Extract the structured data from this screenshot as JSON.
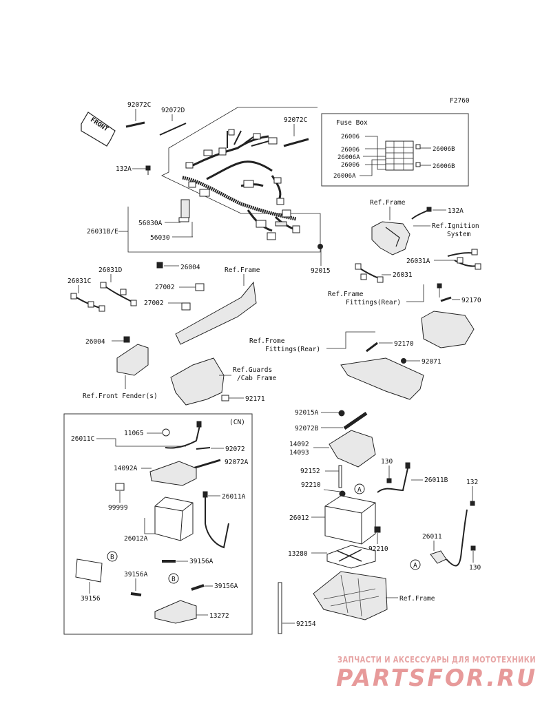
{
  "figure_code": "F2760",
  "front_arrow": "FRONT",
  "fuse_box": {
    "title": "Fuse Box",
    "left_labels": [
      "26006",
      "26006",
      "26006A",
      "26006",
      "26006A"
    ],
    "right_labels": [
      "26006B",
      "26006B"
    ]
  },
  "labels": {
    "p92072C_a": "92072C",
    "p92072D": "92072D",
    "p92072C_b": "92072C",
    "p132A_a": "132A",
    "p26031BE": "26031B/E",
    "p56030A": "56030A",
    "p56030": "56030",
    "p26004_a": "26004",
    "p92015_a": "92015",
    "ref_frame_a": "Ref.Frame",
    "p132A_b": "132A",
    "ref_ignition_1": "Ref.Ignition",
    "ref_ignition_2": "System",
    "p26031A": "26031A",
    "p26031": "26031",
    "p26031D": "26031D",
    "p26031C": "26031C",
    "ref_frame_b": "Ref.Frame",
    "p27002_a": "27002",
    "p27002_b": "27002",
    "ref_frame_fit_1": "Ref.Frame",
    "ref_frame_fit_2": "Fittings(Rear)",
    "p92170_a": "92170",
    "p26004_b": "26004",
    "ref_frome_fit_1": "Ref.Frome",
    "ref_frome_fit_2": "Fittings(Rear)",
    "p92170_b": "92170",
    "p92071": "92071",
    "ref_guards_1": "Ref.Guards",
    "ref_guards_2": "/Cab Frame",
    "ref_front_fender": "Ref.Front Fender(s)",
    "p92171": "92171",
    "cn": "(CN)",
    "p26011C": "26011C",
    "p11065": "11065",
    "p92072": "92072",
    "p92072A": "92072A",
    "p14092A": "14092A",
    "p26011A": "26011A",
    "p99999": "99999",
    "p26012A": "26012A",
    "p39156A_a": "39156A",
    "p39156A_b": "39156A",
    "p39156A_c": "39156A",
    "p39156": "39156",
    "p13272": "13272",
    "p92015A": "92015A",
    "p92072B": "92072B",
    "p14092": "14092",
    "p14093": "14093",
    "p130_a": "130",
    "p92152": "92152",
    "p26011B": "26011B",
    "p132": "132",
    "p92210_a": "92210",
    "p26012": "26012",
    "p92210_b": "92210",
    "p26011": "26011",
    "p13280": "13280",
    "p130_b": "130",
    "ref_frame_c": "Ref.Frame",
    "p92154": "92154",
    "marker_A": "A",
    "marker_B": "B"
  },
  "watermark": {
    "tagline": "ЗАПЧАСТИ И АКСЕССУАРЫ ДЛЯ МОТОТЕХНИКИ",
    "brand": "PARTSFOR.RU",
    "color": "#e79a9a"
  }
}
